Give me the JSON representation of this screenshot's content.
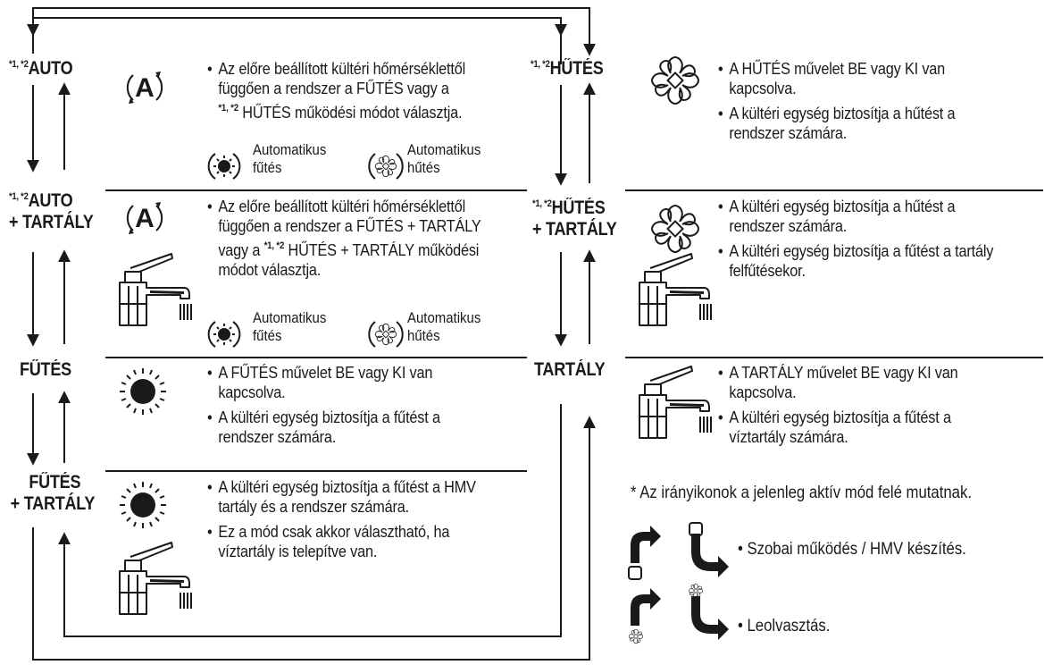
{
  "modes": {
    "auto": {
      "sup": "*1, *2",
      "label": "AUTO"
    },
    "auto_tank": {
      "sup": "*1, *2",
      "line1": "AUTO",
      "line2": "+ TARTÁLY"
    },
    "heat": {
      "label": "FŰTÉS"
    },
    "heat_tank": {
      "line1": "FŰTÉS",
      "line2": "+ TARTÁLY"
    },
    "cool": {
      "sup": "*1, *2",
      "label": "HŰTÉS"
    },
    "cool_tank": {
      "sup": "*1, *2",
      "line1": "HŰTÉS",
      "line2": "+ TARTÁLY"
    },
    "tank": {
      "label": "TARTÁLY"
    }
  },
  "auto_desc": {
    "b1a": "Az előre beállított kültéri hőmérséklettől",
    "b1b": "függően a rendszer a FŰTÉS vagy a",
    "b1c_sup": "*1, *2",
    "b1c": " HŰTÉS működési módot választja."
  },
  "auto_tank_desc": {
    "b1a": "Az előre beállított kültéri hőmérséklettől",
    "b1b": "függően a rendszer a FŰTÉS + TARTÁLY",
    "b1c_pre": "vagy a ",
    "b1c_sup": "*1, *2",
    "b1c": " HŰTÉS + TARTÁLY működési",
    "b1d": "módot választja."
  },
  "sub_icons": {
    "auto_heat_1": "Automatikus",
    "auto_heat_2": "fűtés",
    "auto_cool_1": "Automatikus",
    "auto_cool_2": "hűtés"
  },
  "heat_desc": {
    "b1a": "A FŰTÉS művelet BE vagy KI van",
    "b1b": "kapcsolva.",
    "b2a": "A kültéri egység biztosítja a fűtést a",
    "b2b": "rendszer számára."
  },
  "heat_tank_desc": {
    "b1a": "A kültéri egység biztosítja a fűtést a HMV",
    "b1b": "tartály és a rendszer számára.",
    "b2a": "Ez a mód csak akkor választható, ha",
    "b2b": "víztartály is telepítve van."
  },
  "cool_desc": {
    "b1a": "A HŰTÉS művelet BE vagy KI van",
    "b1b": "kapcsolva.",
    "b2a": "A kültéri egység biztosítja a hűtést a",
    "b2b": "rendszer számára."
  },
  "cool_tank_desc": {
    "b1a": "A kültéri egység biztosítja a hűtést a",
    "b1b": "rendszer számára.",
    "b2a": "A kültéri egység biztosítja a fűtést a tartály",
    "b2b": "felfűtésekor."
  },
  "tank_desc": {
    "b1a": "A TARTÁLY művelet BE vagy KI van",
    "b1b": "kapcsolva.",
    "b2a": "A kültéri egység biztosítja a fűtést a",
    "b2b": "víztartály számára."
  },
  "legend": {
    "note": "* Az irányikonok a jelenleg aktív mód felé mutatnak.",
    "room_dhw": "• Szobai működés / HMV készítés.",
    "defrost": "• Leolvasztás."
  },
  "icons": {
    "auto": "auto-a-icon",
    "sun": "sun-icon",
    "snowflake": "snowflake-icon",
    "tap": "water-tap-icon",
    "direction": "direction-arrow-icon"
  }
}
